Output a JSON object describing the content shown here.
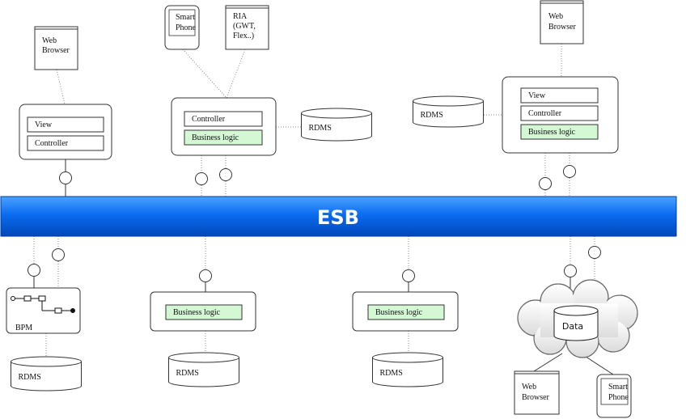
{
  "esb_label": "ESB",
  "labels": {
    "web_browser": "Web\nBrowser",
    "smart_phone": "Smart\nPhone",
    "ria": "RIA\n(GWT,\nFlex..)",
    "view": "View",
    "controller": "Controller",
    "business_logic": "Business logic",
    "rdms": "RDMS",
    "bpm": "BPM",
    "data": "Data"
  },
  "colors": {
    "esb_blue": "#1565e0",
    "esb_text": "#ffffff",
    "business_logic_fill": "#d4f7d4",
    "line": "#333333",
    "dotted": "#888888"
  }
}
